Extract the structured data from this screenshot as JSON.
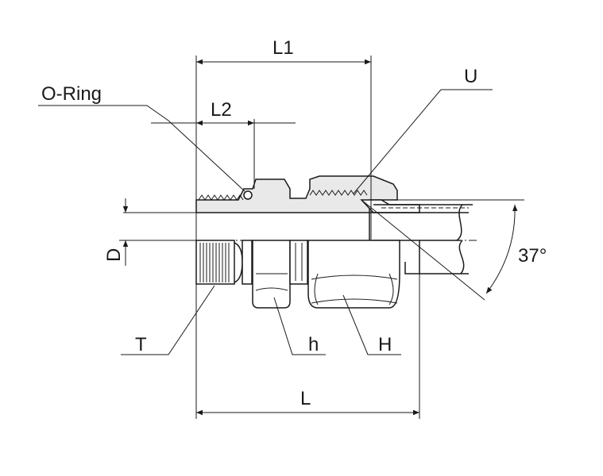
{
  "labels": {
    "o_ring": "O-Ring",
    "l1": "L1",
    "l2": "L2",
    "u": "U",
    "d": "D",
    "angle": "37°",
    "t": "T",
    "h_small": "h",
    "h_large": "H",
    "l": "L"
  },
  "colors": {
    "line": "#1a1a1a",
    "section_fill": "#e9e9e9",
    "background": "#ffffff"
  }
}
